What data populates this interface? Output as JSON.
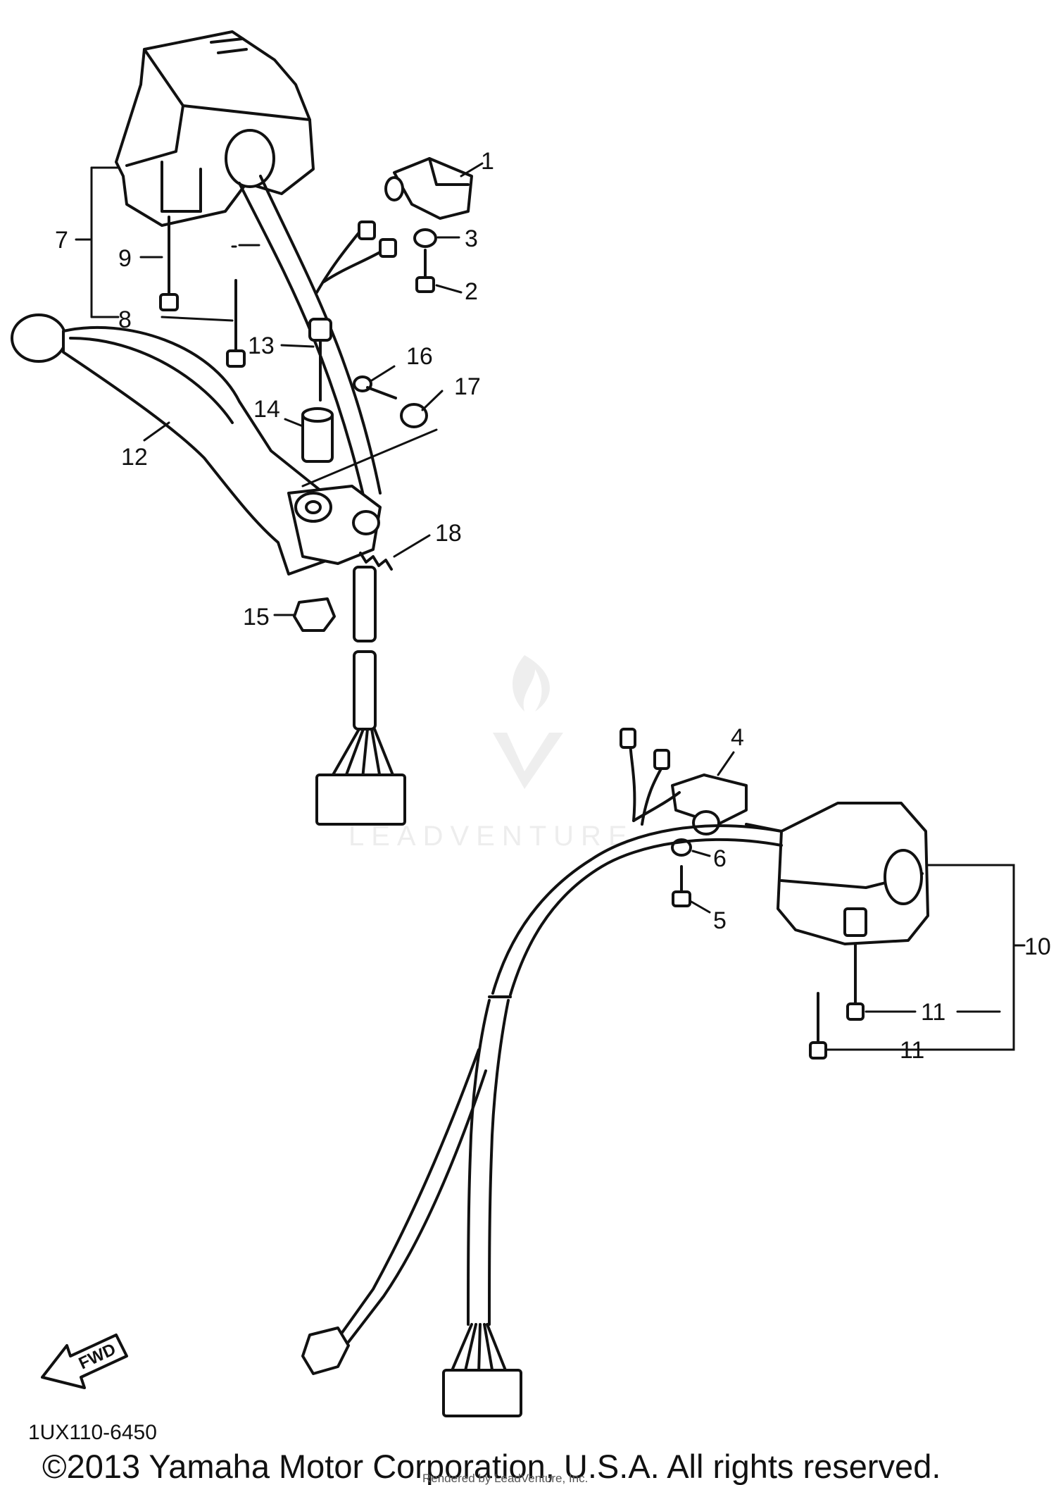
{
  "callouts": {
    "c1": "1",
    "c2": "2",
    "c3": "3",
    "c4": "4",
    "c5": "5",
    "c6": "6",
    "c7": "7",
    "c8": "8",
    "c9": "9",
    "c10": "10",
    "c11a": "11",
    "c11b": "11",
    "c12": "12",
    "c13": "13",
    "c14": "14",
    "c15": "15",
    "c16": "16",
    "c17": "17",
    "c18": "18"
  },
  "fwd_label": "FWD",
  "diagram_code": "1UX110-6450",
  "copyright": "©2013 Yamaha Motor Corporation, U.S.A. All rights reserved.",
  "rendered_by": "Rendered by LeadVenture, Inc.",
  "watermark_text": "LEADVENTURE"
}
